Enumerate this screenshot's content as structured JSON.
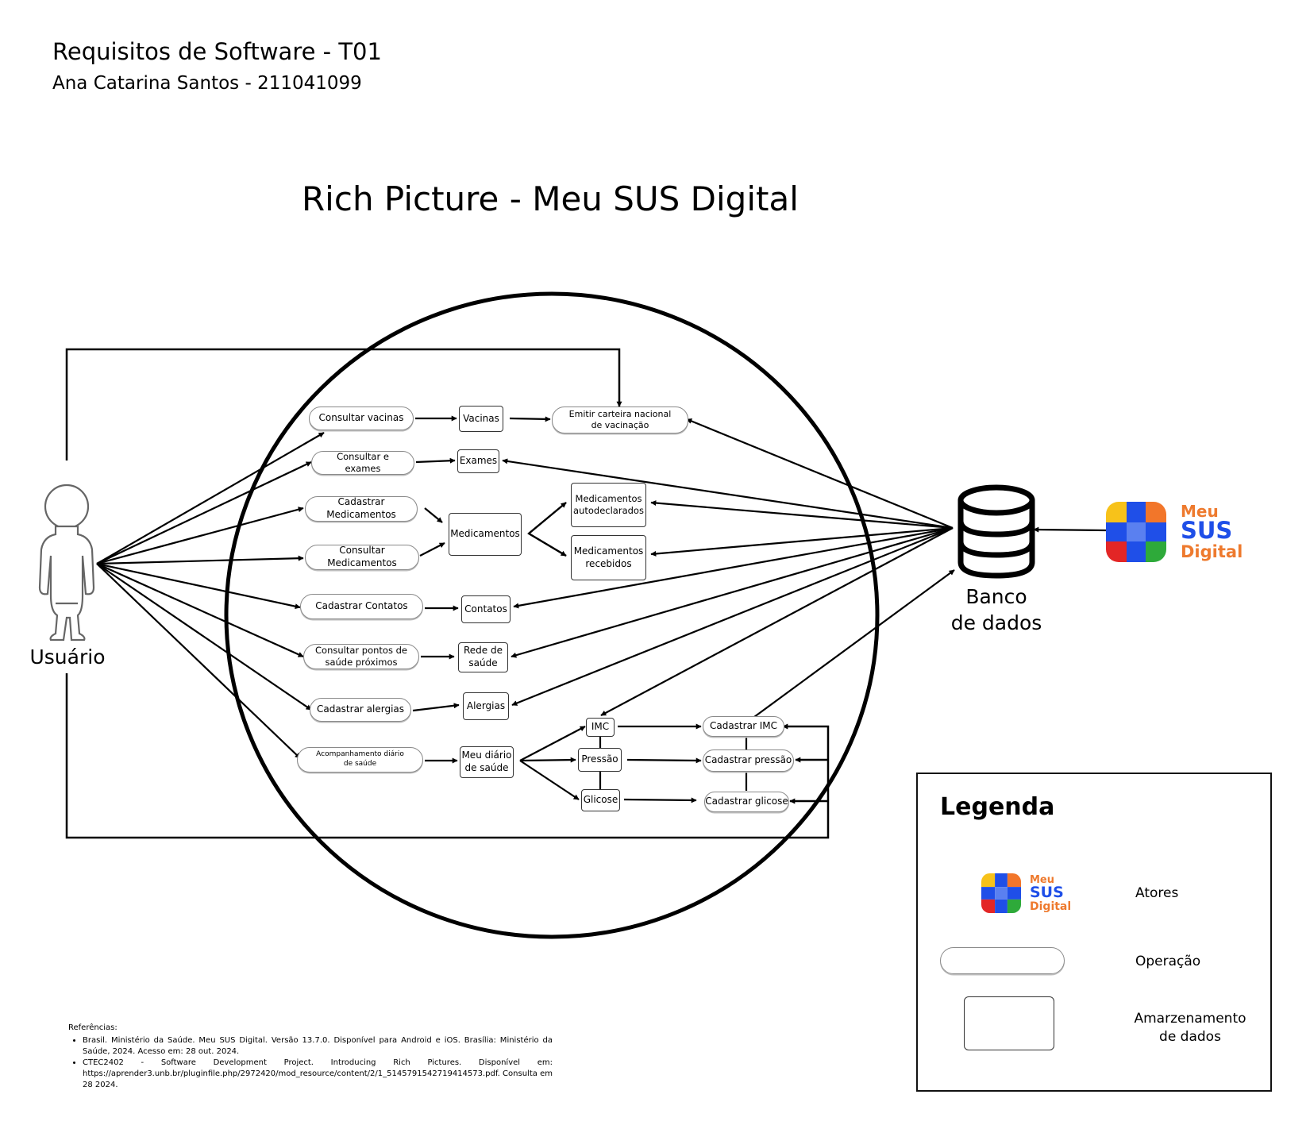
{
  "header": {
    "course": "Requisitos de Software - T01",
    "author": "Ana Catarina Santos - 211041099"
  },
  "title": "Rich Picture - Meu SUS Digital",
  "actors": {
    "user": "Usuário",
    "database": "Banco\nde dados",
    "logo": {
      "line1": "Meu",
      "line2": "SUS",
      "line3": "Digital"
    }
  },
  "operations": {
    "consultar_vacinas": "Consultar vacinas",
    "emitir_carteira": "Emitir carteira nacional\nde vacinação",
    "consultar_exames": "Consultar e\nexames",
    "cadastrar_medicamentos": "Cadastrar\nMedicamentos",
    "consultar_medicamentos": "Consultar\nMedicamentos",
    "cadastrar_contatos": "Cadastrar Contatos",
    "consultar_pontos": "Consultar  pontos de\nsaúde próximos",
    "cadastrar_alergias": "Cadastrar alergias",
    "acompanhamento": "Acompanhamento diário\nde saúde",
    "cadastrar_imc": "Cadastrar IMC",
    "cadastrar_pressao": "Cadastrar pressão",
    "cadastrar_glicose": "Cadastrar glicose"
  },
  "stores": {
    "vacinas": "Vacinas",
    "exames": "Exames",
    "medicamentos": "Medicamentos",
    "med_autodeclarados": "Medicamentos\nautodeclarados",
    "med_recebidos": "Medicamentos\nrecebidos",
    "contatos": "Contatos",
    "rede_saude": "Rede de\nsaúde",
    "alergias": "Alergias",
    "meu_diario": "Meu diário\nde saúde",
    "imc": "IMC",
    "pressao": "Pressão",
    "glicose": "Glicose"
  },
  "legend": {
    "title": "Legenda",
    "atores": "Atores",
    "operacao": "Operação",
    "armazenamento": "Amarzenamento\nde dados"
  },
  "references": {
    "heading": "Referências:",
    "items": [
      "Brasil. Ministério da Saúde. Meu SUS Digital. Versão 13.7.0. Disponível para Android e iOS. Brasília: Ministério da Saúde, 2024. Acesso em: 28 out. 2024.",
      "CTEC2402 - Software Development Project. Introducing Rich Pictures. Disponível em: https://aprender3.unb.br/pluginfile.php/2972420/mod_resource/content/2/1_5145791542719414573.pdf. Consulta em 28 2024."
    ]
  },
  "colors": {
    "logo_yellow": "#f7c21a",
    "logo_orange": "#f2762a",
    "logo_blue": "#1f4fe8",
    "logo_light_blue": "#5a80f0",
    "logo_red": "#e32626",
    "logo_green": "#2eaa3a",
    "logo_text_orange": "#ee7a2e",
    "logo_text_blue": "#1f4fe8"
  }
}
